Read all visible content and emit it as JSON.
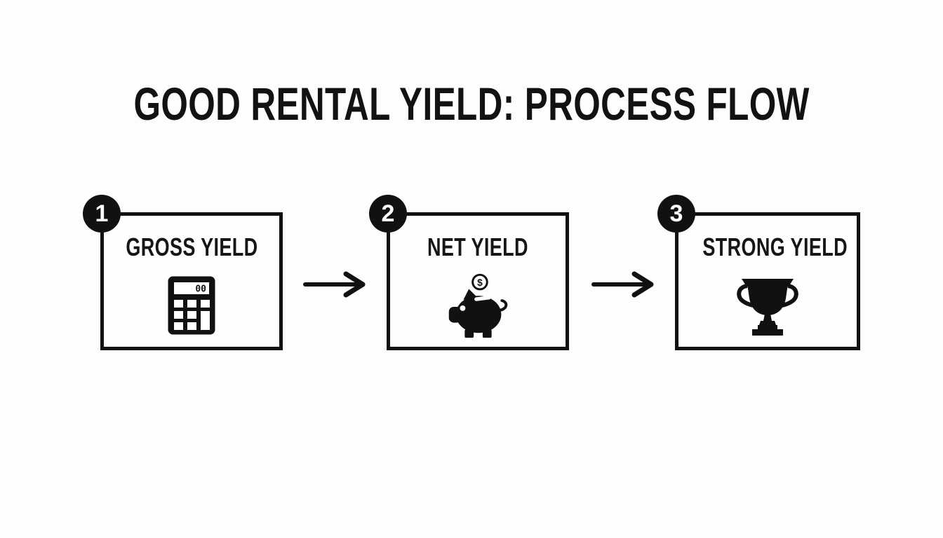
{
  "title": "GOOD RENTAL YIELD: PROCESS FLOW",
  "colors": {
    "ink": "#111111",
    "page_background": "#fdfdfd",
    "box_background": "#fefefe",
    "badge_fill": "#111111",
    "badge_text": "#ffffff"
  },
  "steps": [
    {
      "number": "1",
      "label": "GROSS YIELD",
      "icon": "calculator-icon",
      "calculator_display": "00"
    },
    {
      "number": "2",
      "label": "NET YIELD",
      "icon": "piggy-bank-icon",
      "coin_symbol": "$"
    },
    {
      "number": "3",
      "label": "STRONG YIELD",
      "icon": "trophy-icon"
    }
  ],
  "connectors": [
    {
      "from": "GROSS YIELD",
      "to": "NET YIELD",
      "style": "arrow-right"
    },
    {
      "from": "NET YIELD",
      "to": "STRONG YIELD",
      "style": "arrow-right"
    }
  ]
}
